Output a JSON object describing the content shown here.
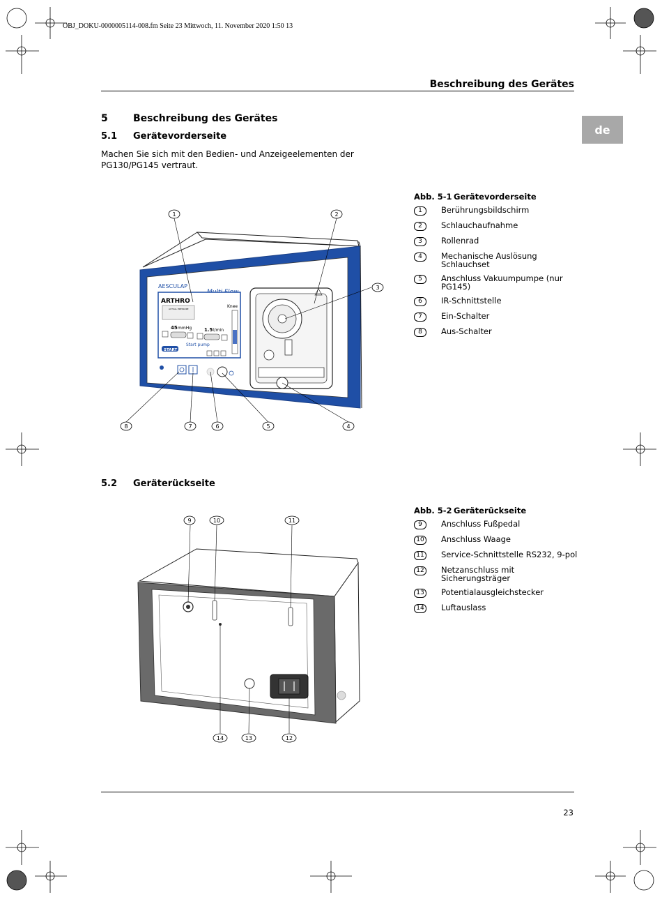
{
  "slug": "OBJ_DOKU-0000005114-008.fm  Seite 23  Mittwoch, 11. November 2020  1:50 13",
  "header_title": "Beschreibung des Gerätes",
  "lang_tab": "de",
  "section": {
    "number": "5",
    "title": "Beschreibung des Gerätes"
  },
  "sub1": {
    "number": "5.1",
    "title": "Gerätevorderseite"
  },
  "intro": "Machen Sie sich mit den Bedien- und Anzeigeelementen der PG130/PG145 vertraut.",
  "fig1": {
    "abb": "Abb. 5-1",
    "title": "Gerätevorderseite",
    "items": [
      {
        "n": "1",
        "text": "Berührungsbildschirm"
      },
      {
        "n": "2",
        "text": "Schlauchaufnahme"
      },
      {
        "n": "3",
        "text": "Rollenrad"
      },
      {
        "n": "4",
        "text": "Mechanische Auslösung Schlauchset"
      },
      {
        "n": "5",
        "text": "Anschluss Vakuumpumpe (nur PG145)"
      },
      {
        "n": "6",
        "text": "IR-Schnittstelle"
      },
      {
        "n": "7",
        "text": "Ein-Schalter"
      },
      {
        "n": "8",
        "text": "Aus-Schalter"
      }
    ],
    "device": {
      "brand": "AESCULAP",
      "model": "Multi Flow",
      "screen_title": "ARTHRO",
      "screen_mode": "Knee",
      "screen_label": "ACTUAL PRESSURE",
      "pressure_value": "45",
      "pressure_unit": "mmHg",
      "flow_value": "1.5",
      "flow_unit": "l/min",
      "start_pump": "Start pump",
      "start_button": "START"
    }
  },
  "sub2": {
    "number": "5.2",
    "title": "Geräterückseite"
  },
  "fig2": {
    "abb": "Abb. 5-2",
    "title": "Geräterückseite",
    "items": [
      {
        "n": "9",
        "text": "Anschluss Fußpedal"
      },
      {
        "n": "10",
        "text": "Anschluss Waage"
      },
      {
        "n": "11",
        "text": "Service-Schnittstelle RS232, 9-pol"
      },
      {
        "n": "12",
        "text": "Netzanschluss mit Sicherungsträger"
      },
      {
        "n": "13",
        "text": "Potentialausgleichstecker"
      },
      {
        "n": "14",
        "text": "Luftauslass"
      }
    ]
  },
  "page_number": "23"
}
